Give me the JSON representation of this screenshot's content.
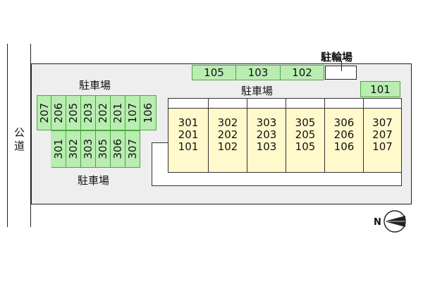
{
  "road": {
    "label": "公道"
  },
  "parking": {
    "top_label": "駐車場",
    "middle_label": "駐車場",
    "bottom_label": "駐車場",
    "left_upper_spaces": [
      "207",
      "206",
      "205",
      "203",
      "202",
      "201",
      "107",
      "106"
    ],
    "left_lower_spaces": [
      "301",
      "302",
      "303",
      "305",
      "306",
      "307"
    ],
    "top_spaces": [
      "105",
      "103",
      "102"
    ],
    "right_space": "101"
  },
  "bicycle": {
    "label": "駐輪場"
  },
  "building": {
    "units": [
      {
        "lines": [
          "301",
          "201",
          "101"
        ]
      },
      {
        "lines": [
          "302",
          "202",
          "102"
        ]
      },
      {
        "lines": [
          "303",
          "203",
          "103"
        ]
      },
      {
        "lines": [
          "305",
          "205",
          "105"
        ]
      },
      {
        "lines": [
          "306",
          "206",
          "106"
        ]
      },
      {
        "lines": [
          "307",
          "207",
          "107"
        ]
      }
    ]
  },
  "compass": {
    "label": "N"
  },
  "colors": {
    "green": "#b9edb1",
    "green_border": "#4ca744",
    "unit": "#fff9cc",
    "lot": "#eeeeee"
  }
}
